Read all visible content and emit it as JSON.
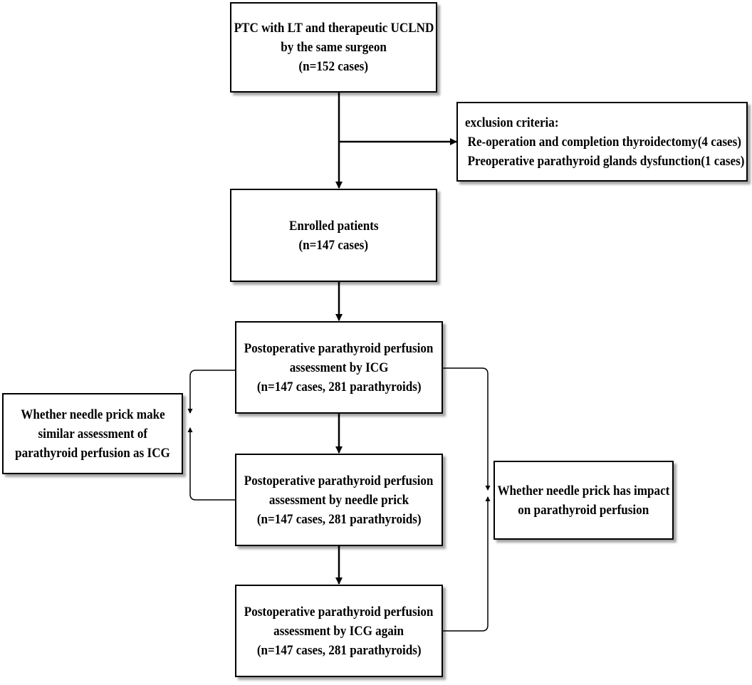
{
  "boxes": {
    "start": {
      "lines": [
        "PTC with LT and therapeutic UCLND",
        "by the same surgeon",
        "(n=152 cases)"
      ]
    },
    "exclusion": {
      "title": "exclusion criteria:",
      "items": [
        "Re-operation and completion thyroidectomy(4 cases)",
        "Preoperative parathyroid glands dysfunction(1 cases)"
      ]
    },
    "enrolled": {
      "lines": [
        "Enrolled patients",
        "(n=147 cases)"
      ]
    },
    "icg": {
      "lines": [
        "Postoperative parathyroid perfusion",
        "assessment by ICG",
        "(n=147 cases, 281 parathyroids)"
      ]
    },
    "needle": {
      "lines": [
        "Postoperative parathyroid perfusion",
        "assessment by needle prick",
        "(n=147 cases, 281 parathyroids)"
      ]
    },
    "icg_again": {
      "lines": [
        "Postoperative parathyroid perfusion",
        "assessment by ICG again",
        "(n=147 cases, 281 parathyroids)"
      ]
    },
    "left_question": {
      "lines": [
        "Whether needle prick make",
        "similar assessment of",
        "parathyroid perfusion as ICG"
      ]
    },
    "right_question": {
      "lines": [
        "Whether needle prick has impact",
        "on parathyroid perfusion"
      ]
    }
  }
}
